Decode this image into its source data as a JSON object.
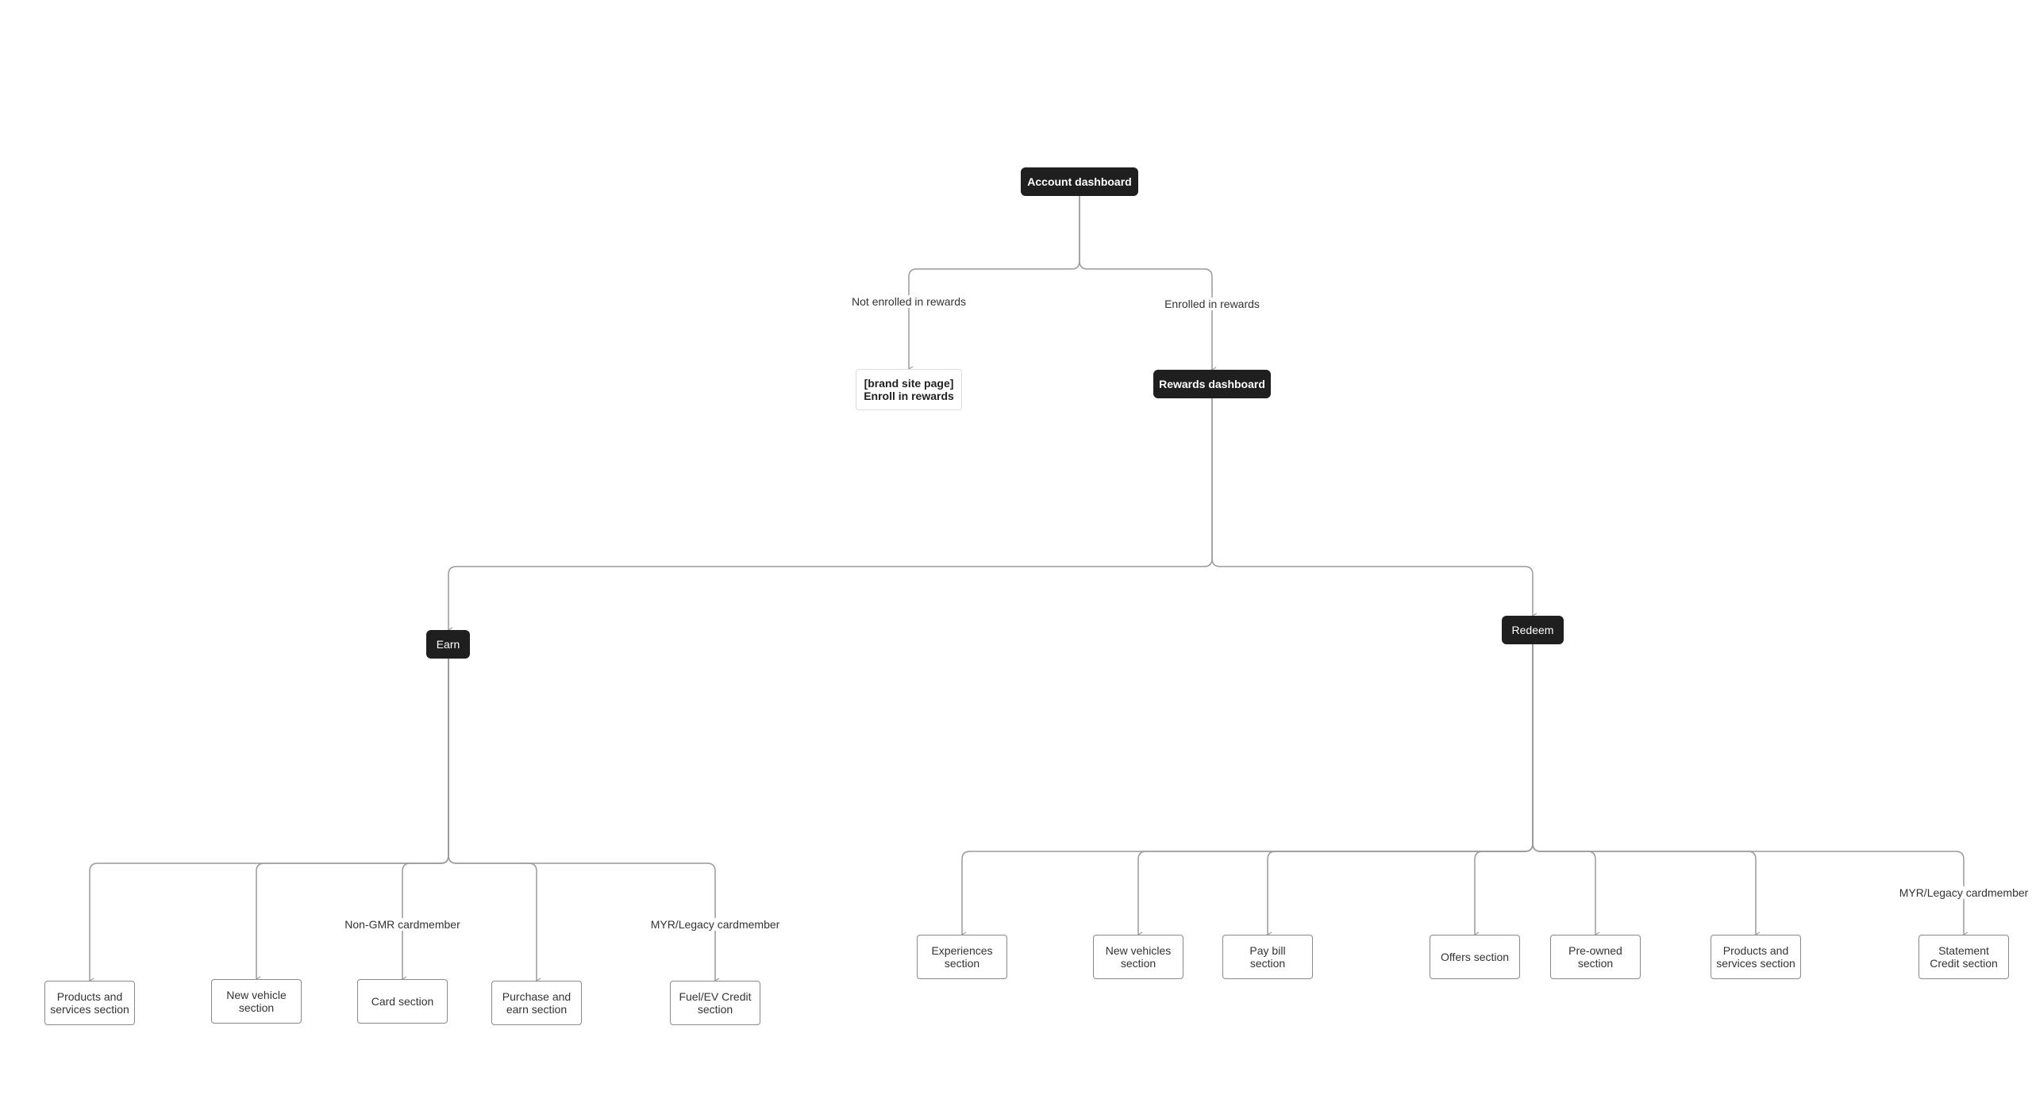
{
  "nodes": {
    "account": "Account dashboard",
    "enroll": "[brand site page]\nEnroll in rewards",
    "rewards": "Rewards dashboard",
    "earn": "Earn",
    "redeem": "Redeem",
    "earn_products": "Products and\nservices section",
    "earn_new_vehicle": "New vehicle\nsection",
    "earn_card": "Card section",
    "earn_purchase": "Purchase and\nearn section",
    "earn_fuel": "Fuel/EV Credit\nsection",
    "red_experiences": "Experiences\nsection",
    "red_new_vehicles": "New vehicles\nsection",
    "red_pay_bill": "Pay bill\nsection",
    "red_offers": "Offers section",
    "red_preowned": "Pre-owned\nsection",
    "red_products": "Products and\nservices section",
    "red_statement": "Statement\nCredit section"
  },
  "edge_labels": {
    "not_enrolled": "Not enrolled in rewards",
    "enrolled": "Enrolled in rewards",
    "non_gmr": "Non-GMR cardmember",
    "myr_earn": "MYR/Legacy cardmember",
    "myr_redeem": "MYR/Legacy cardmember"
  },
  "colors": {
    "dark_node": "#1f1f1f",
    "connector": "#9a9a9a"
  }
}
